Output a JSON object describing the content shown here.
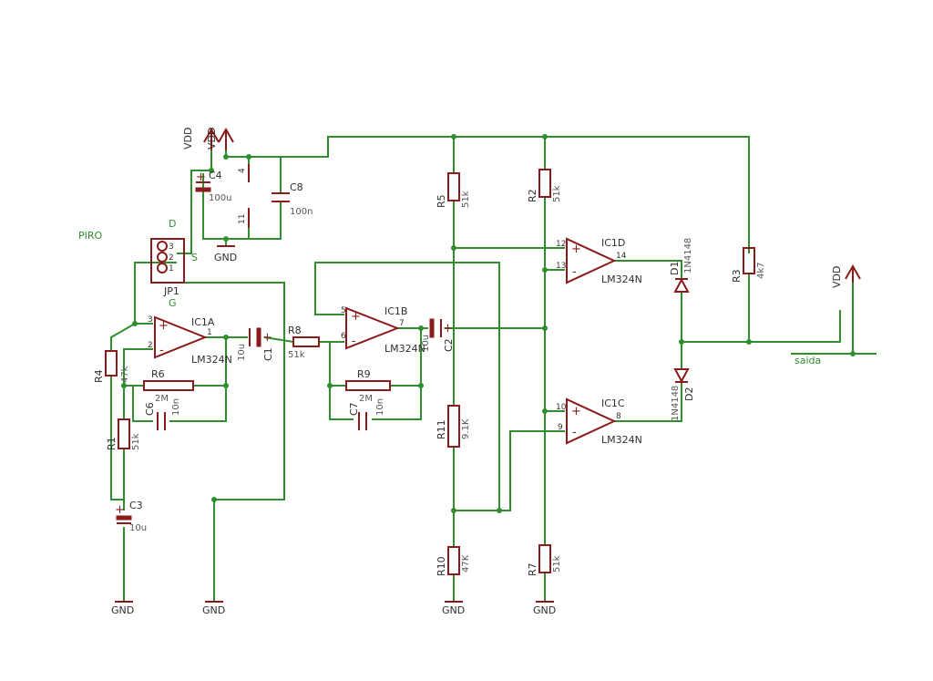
{
  "supply": {
    "vdd": "VDD",
    "gnd": "GND"
  },
  "connector": {
    "title": "PIRO",
    "name": "JP1",
    "pins": [
      "3",
      "2",
      "1"
    ],
    "d": "D",
    "s": "S",
    "g": "G"
  },
  "capacitors": {
    "c4": {
      "name": "C4",
      "value": "100u"
    },
    "c8": {
      "name": "C8",
      "value": "100n"
    },
    "c1": {
      "name": "C1",
      "value": "10u"
    },
    "c2": {
      "name": "C2",
      "value": "10u"
    },
    "c3": {
      "name": "C3",
      "value": "10u"
    },
    "c6": {
      "name": "C6",
      "value": "10n"
    },
    "c7": {
      "name": "C7",
      "value": "10n"
    }
  },
  "resistors": {
    "r1": {
      "name": "R1",
      "value": "51k"
    },
    "r2": {
      "name": "R2",
      "value": "51k"
    },
    "r3": {
      "name": "R3",
      "value": "4k7"
    },
    "r4": {
      "name": "R4",
      "value": "47k"
    },
    "r5": {
      "name": "R5",
      "value": "51k"
    },
    "r6": {
      "name": "R6",
      "value": "2M"
    },
    "r7": {
      "name": "R7",
      "value": "51k"
    },
    "r8": {
      "name": "R8",
      "value": "51k"
    },
    "r9": {
      "name": "R9",
      "value": "2M"
    },
    "r10": {
      "name": "R10",
      "value": "47K"
    },
    "r11": {
      "name": "R11",
      "value": "9.1K"
    }
  },
  "opamps": {
    "ic1a": {
      "name": "IC1A",
      "part": "LM324N",
      "plus_pin": "3",
      "minus_pin": "2",
      "out_pin": "1"
    },
    "ic1b": {
      "name": "IC1B",
      "part": "LM324N",
      "plus_pin": "5",
      "minus_pin": "6",
      "out_pin": "7"
    },
    "ic1c": {
      "name": "IC1C",
      "part": "LM324N",
      "plus_pin": "10",
      "minus_pin": "9",
      "out_pin": "8"
    },
    "ic1d": {
      "name": "IC1D",
      "part": "LM324N",
      "plus_pin": "12",
      "minus_pin": "13",
      "out_pin": "14"
    },
    "power_pins": [
      "4",
      "11"
    ]
  },
  "diodes": {
    "d1": {
      "name": "D1",
      "part": "1N4148"
    },
    "d2": {
      "name": "D2",
      "part": "1N4148"
    }
  },
  "output": {
    "label": "saida"
  },
  "signs": {
    "plus": "+",
    "minus": "-"
  }
}
